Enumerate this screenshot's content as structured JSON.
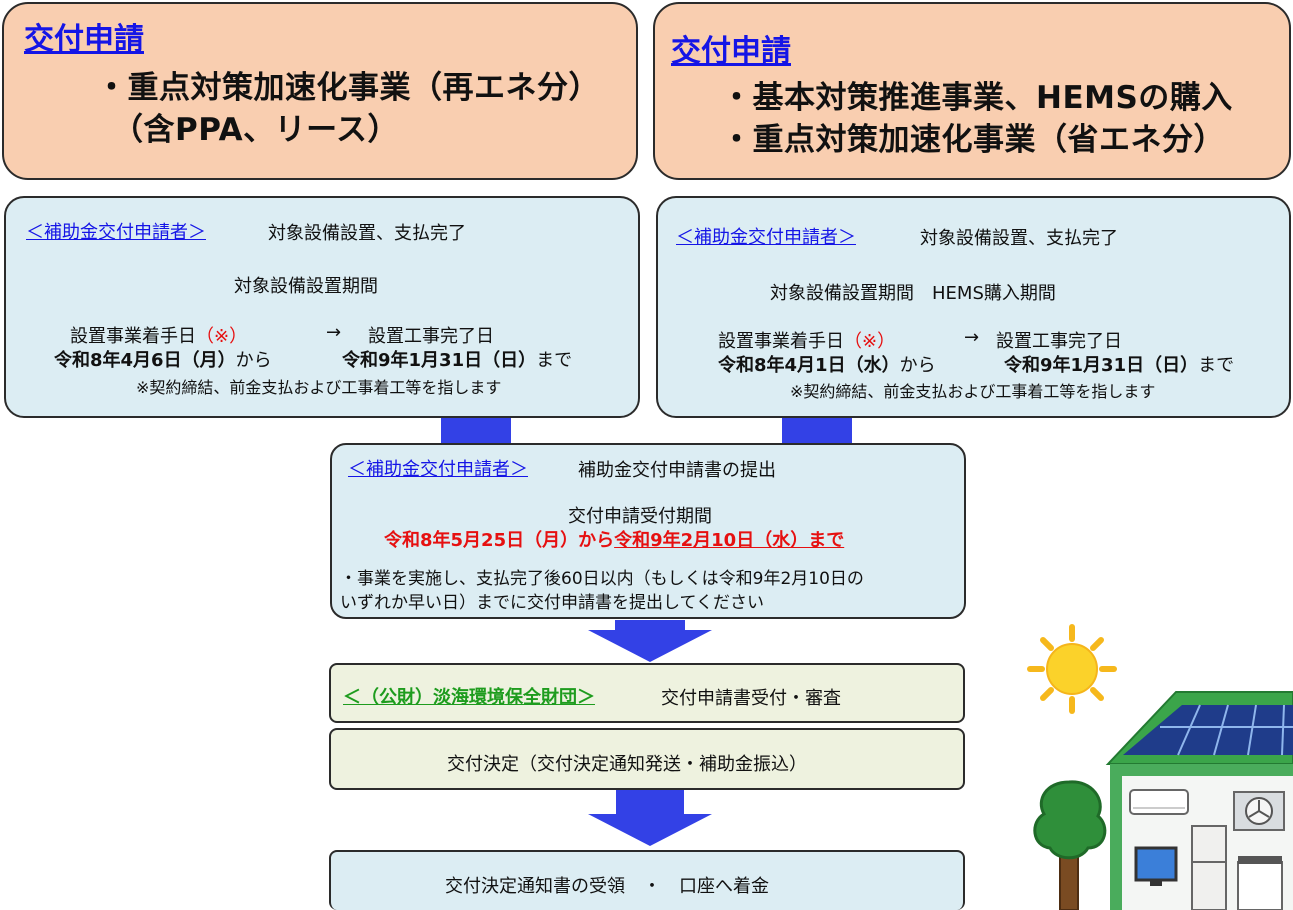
{
  "top_left": {
    "title": "交付申請",
    "line1": "・重点対策加速化事業（再エネ分）",
    "line2": "（含PPA、リース）"
  },
  "top_right": {
    "title": "交付申請",
    "line1": "・基本対策推進事業、HEMSの購入",
    "line2": "・重点対策加速化事業（省エネ分）"
  },
  "mid_left": {
    "role": "＜補助金交付申請者＞",
    "heading": "対象設備設置、支払完了",
    "period_label": "対象設備設置期間",
    "start_label": "設置事業着手日",
    "start_mark": "（※）",
    "arrow": "→",
    "end_label": "設置工事完了日",
    "start_date": "令和8年4月6日（月）",
    "from": "から",
    "end_date": "令和9年1月31日（日）",
    "until": "まで",
    "note": "※契約締結、前金支払および工事着工等を指します"
  },
  "mid_right": {
    "role": "＜補助金交付申請者＞",
    "heading": "対象設備設置、支払完了",
    "period_label": "対象設備設置期間　HEMS購入期間",
    "start_label": "設置事業着手日",
    "start_mark": "（※）",
    "arrow": "→",
    "end_label": "設置工事完了日",
    "start_date": "令和8年4月1日（水）",
    "from": "から",
    "end_date": "令和9年1月31日（日）",
    "until": "まで",
    "note": "※契約締結、前金支払および工事着工等を指します"
  },
  "application": {
    "role": "＜補助金交付申請者＞",
    "heading": "補助金交付申請書の提出",
    "period_label": "交付申請受付期間",
    "period_start": "令和8年5月25日（月）から",
    "period_end": "令和9年2月10日（水）まで",
    "note_line1": "・事業を実施し、支払完了後60日以内（もしくは令和9年2月10日の",
    "note_line2": "いずれか早い日）までに交付申請書を提出してください"
  },
  "review": {
    "role": "＜（公財）淡海環境保全財団＞",
    "text": "交付申請書受付・審査"
  },
  "decision": {
    "text": "交付決定（交付決定通知発送・補助金振込）"
  },
  "receipt": {
    "text": "交付決定通知書の受領　・　口座へ着金"
  },
  "colors": {
    "orange_box": "#f9ceb0",
    "blue_box": "#dcedf3",
    "green_box": "#eef2df",
    "arrow": "#3341e6",
    "link_blue": "#1515e6",
    "red": "#e61010",
    "green_text": "#1e9c1e"
  },
  "icons": [
    "sun-icon",
    "house-with-solar-panel-icon",
    "tree-icon"
  ]
}
